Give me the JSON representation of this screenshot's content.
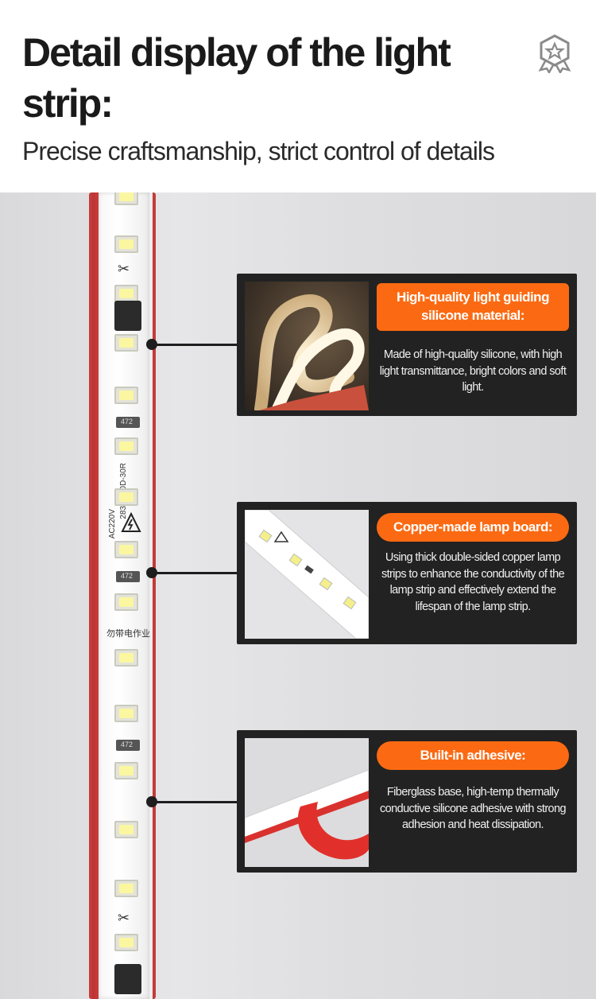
{
  "header": {
    "title": "Detail display of the light strip:",
    "subtitle": "Precise craftsmanship, strict control of details",
    "badge_icon": "award-badge-icon"
  },
  "strip_markings": {
    "resistor_code": "472",
    "model_text": "2835 120D-30R",
    "voltage_text": "AC220V",
    "warning_text": "勿带电作业"
  },
  "features": [
    {
      "label": "High-quality light guiding silicone material:",
      "description": "Made of high-quality silicone, with high light transmittance, bright colors and soft light."
    },
    {
      "label": "Copper-made lamp board:",
      "description": "Using thick double-sided copper lamp strips to enhance the conductivity of the lamp strip and effectively extend the lifespan of the lamp strip."
    },
    {
      "label": "Built-in adhesive:",
      "description": "Fiberglass base, high-temp thermally conductive silicone adhesive with strong adhesion and heat dissipation."
    }
  ],
  "colors": {
    "accent": "#fb6a12",
    "card_bg": "#222222",
    "strip_red": "#c43a3a"
  }
}
